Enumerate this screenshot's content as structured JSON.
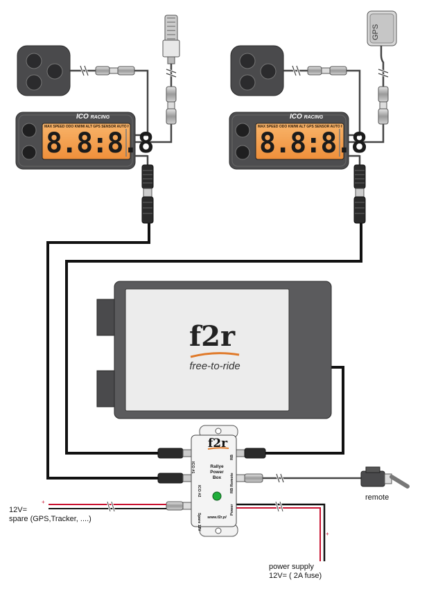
{
  "meters": [
    {
      "brand": "ICO",
      "brand_sub": "RACING",
      "indicators": "MAX SPEED ODO KM/MI ALT GPS SENSOR AUTO HR",
      "digits": "8.8:8.8"
    },
    {
      "brand": "ICO",
      "brand_sub": "RACING",
      "indicators": "MAX SPEED ODO KM/MI ALT GPS SENSOR AUTO HR",
      "digits": "8.8:8.8"
    }
  ],
  "gps_label": "GPS",
  "controller": {
    "logo": "f2r",
    "tagline": "free-to-ride"
  },
  "power_box": {
    "logo": "f2r",
    "title_line1": "Rallye",
    "title_line2": "Power",
    "title_line3": "Box",
    "port_ico1": "ICO #1",
    "port_ico2": "ICO #2",
    "port_spare": "Spare 12V",
    "port_rb": "RB",
    "port_rb_remote": "RB Remote",
    "port_power": "Power",
    "url": "www.f2r.pl",
    "led_color": "#1fae3a"
  },
  "labels": {
    "remote": "remote",
    "spare_line1": "12V=",
    "spare_line2": "spare (GPS,Tracker, ....)",
    "power_line1": "power supply",
    "power_line2": "12V= ( 2A fuse)",
    "plus": "+"
  },
  "colors": {
    "lcd": "#f6a24e",
    "cable": "#111111",
    "wire": "#555555",
    "box": "#5a5a5c",
    "accent": "#e07a2a",
    "red": "#c8102e"
  }
}
